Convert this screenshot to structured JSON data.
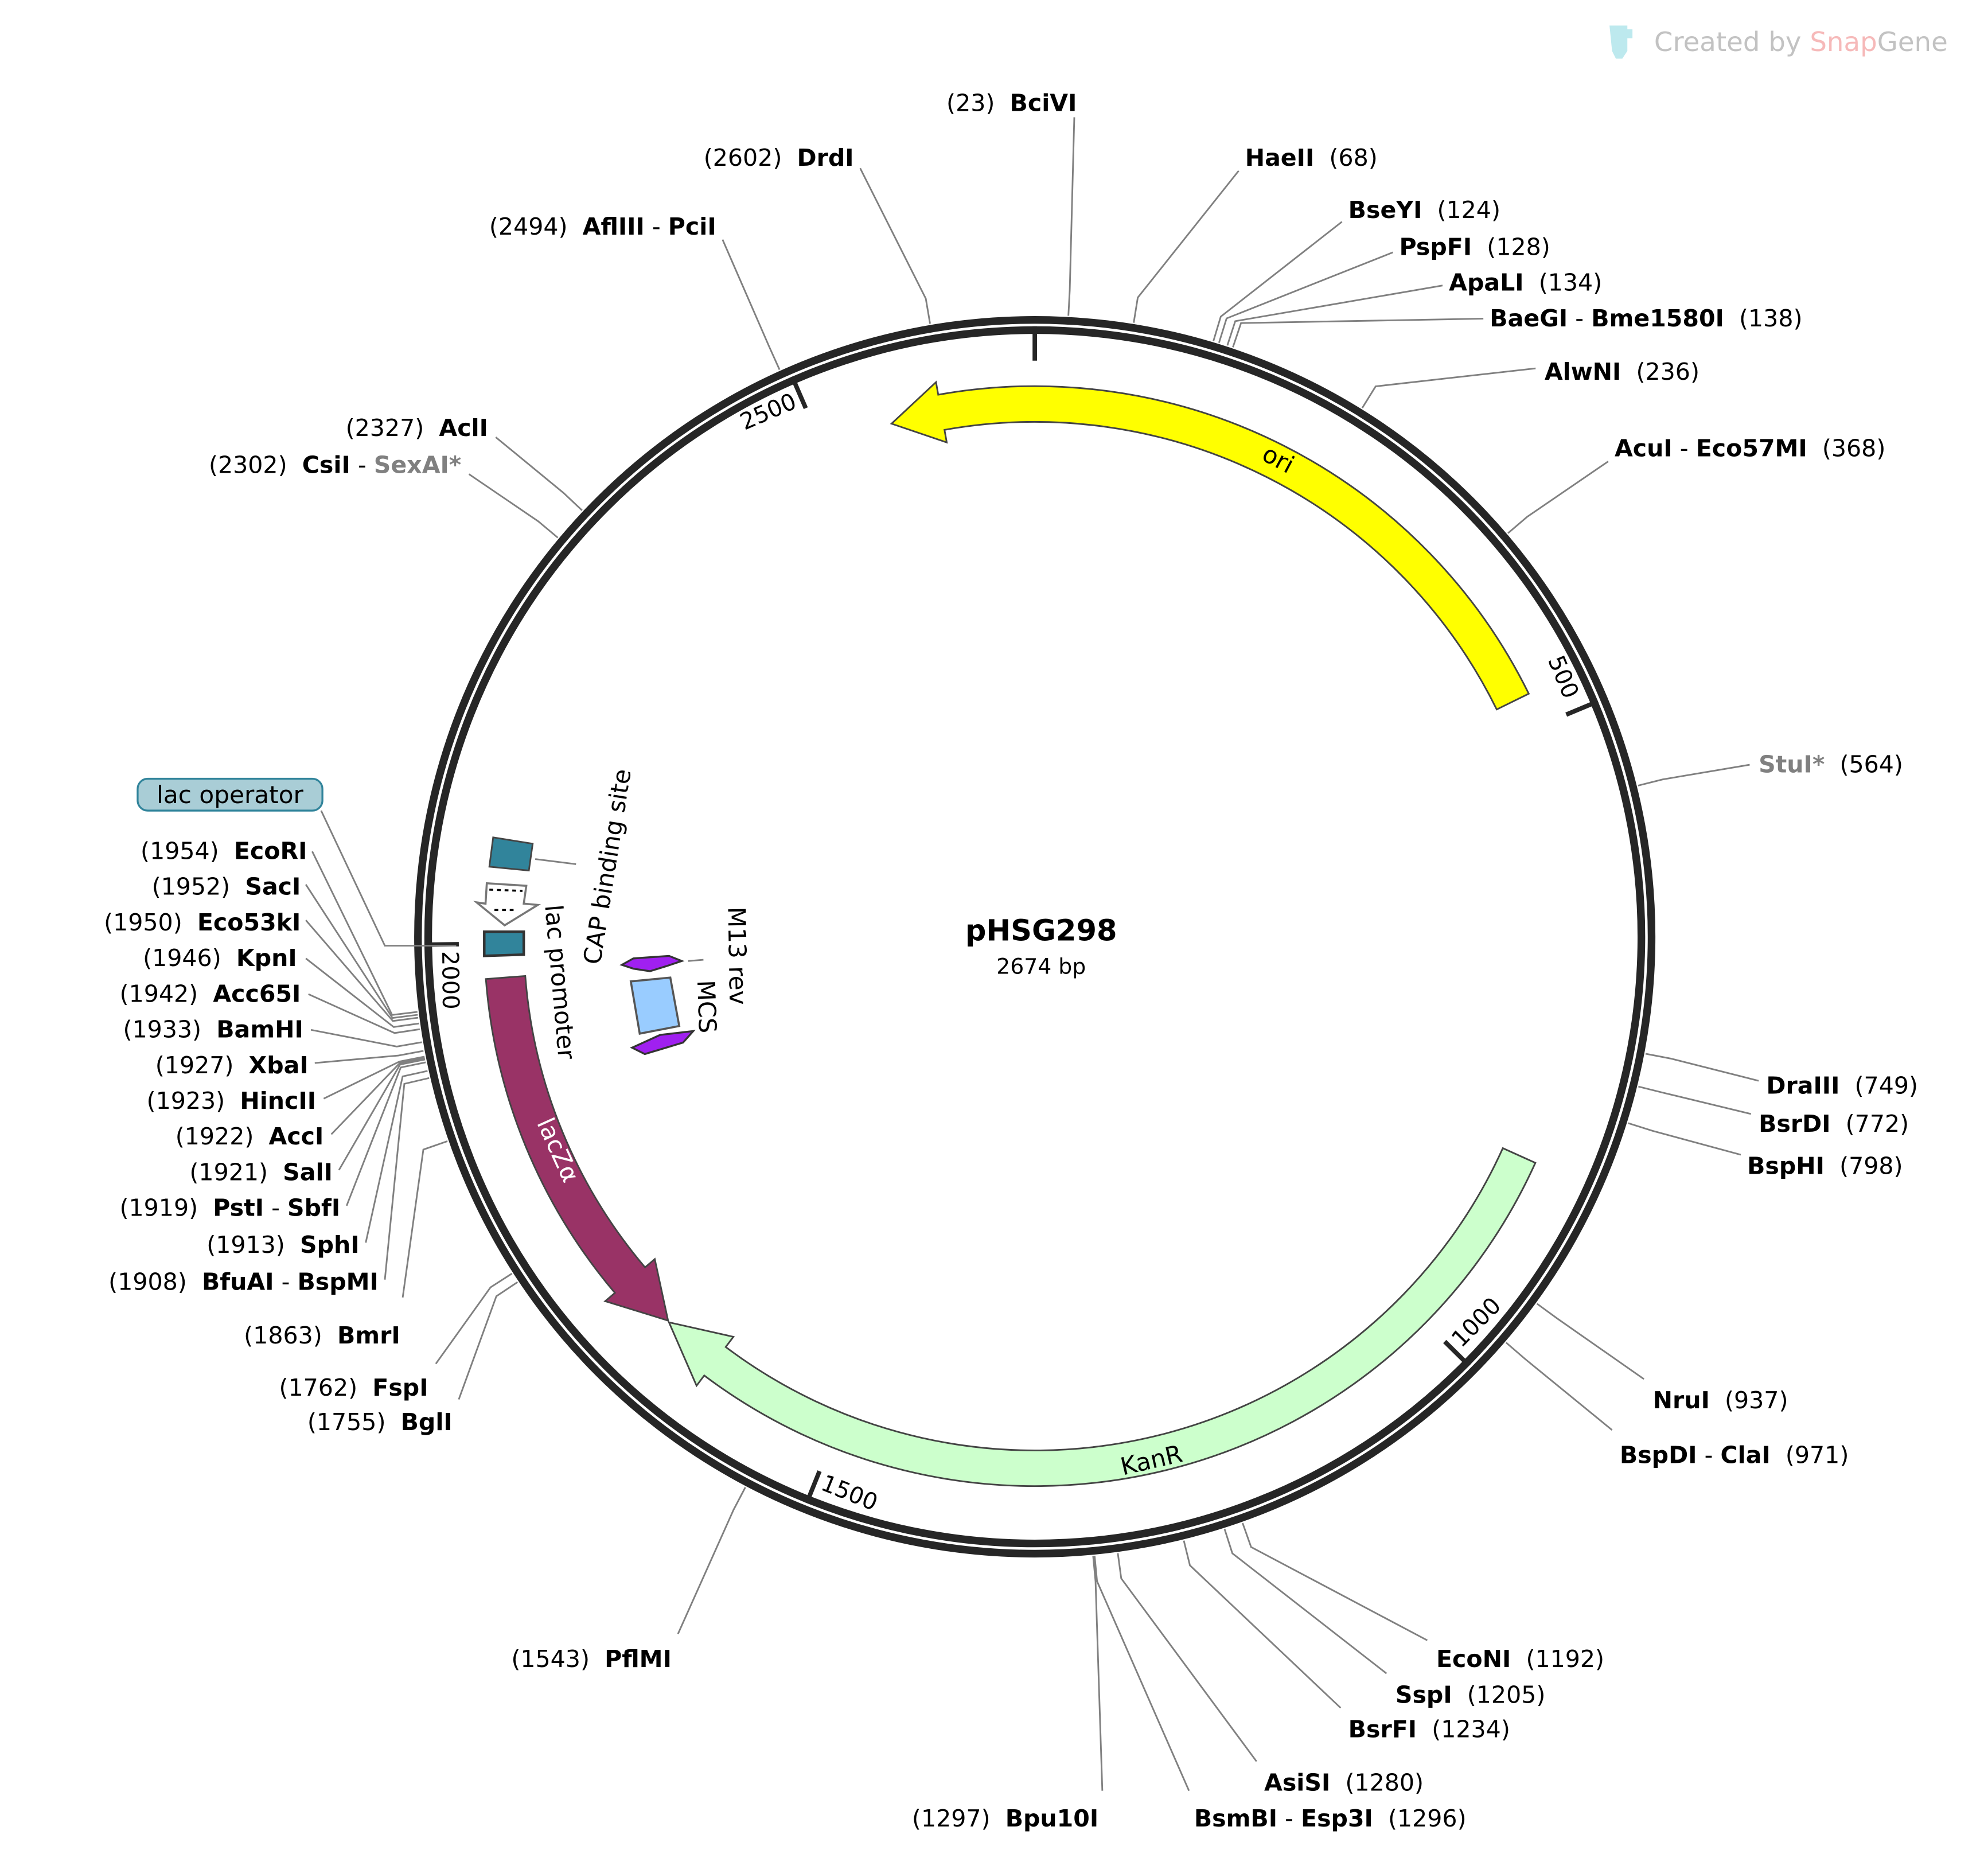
{
  "watermark": {
    "prefix": "Created by ",
    "brand_a": "Snap",
    "brand_b": "Gene"
  },
  "map": {
    "name": "pHSG298",
    "length_label": "2674 bp",
    "length_bp": 2674
  },
  "ticks": [
    "500",
    "1000",
    "1500",
    "2000",
    "2500"
  ],
  "tick_values": [
    0,
    500,
    1000,
    1500,
    2000,
    2500
  ],
  "features": {
    "ori": "ori",
    "kanr": "KanR",
    "lacz": "lacZα",
    "lac_promoter": "lac promoter",
    "cap_site": "CAP binding site",
    "lac_operator": "lac operator",
    "m13_rev": "M13 rev",
    "mcs": "MCS"
  },
  "colors": {
    "ring": "#262626",
    "ori": "#ffff00",
    "kanr": "#ccffcc",
    "lacz": "#993366",
    "teal": "#31849b",
    "mcs": "#99ccff",
    "primer": "#a020f0",
    "operator_badge": "#a9cdd6"
  },
  "sites": [
    {
      "names": [
        {
          "t": "BciVI"
        }
      ],
      "pos": 23
    },
    {
      "names": [
        {
          "t": "HaeII"
        }
      ],
      "pos": 68
    },
    {
      "names": [
        {
          "t": "BseYI"
        }
      ],
      "pos": 124
    },
    {
      "names": [
        {
          "t": "PspFI"
        }
      ],
      "pos": 128
    },
    {
      "names": [
        {
          "t": "ApaLI"
        }
      ],
      "pos": 134
    },
    {
      "names": [
        {
          "t": "BaeGI"
        },
        {
          "t": "Bme1580I"
        }
      ],
      "pos": 138
    },
    {
      "names": [
        {
          "t": "AlwNI"
        }
      ],
      "pos": 236
    },
    {
      "names": [
        {
          "t": "AcuI"
        },
        {
          "t": "Eco57MI"
        }
      ],
      "pos": 368
    },
    {
      "names": [
        {
          "t": "StuI*",
          "muted": true
        }
      ],
      "pos": 564
    },
    {
      "names": [
        {
          "t": "DraIII"
        }
      ],
      "pos": 749
    },
    {
      "names": [
        {
          "t": "BsrDI"
        }
      ],
      "pos": 772
    },
    {
      "names": [
        {
          "t": "BspHI"
        }
      ],
      "pos": 798
    },
    {
      "names": [
        {
          "t": "NruI"
        }
      ],
      "pos": 937
    },
    {
      "names": [
        {
          "t": "BspDI"
        },
        {
          "t": "ClaI"
        }
      ],
      "pos": 971
    },
    {
      "names": [
        {
          "t": "EcoNI"
        }
      ],
      "pos": 1192
    },
    {
      "names": [
        {
          "t": "SspI"
        }
      ],
      "pos": 1205
    },
    {
      "names": [
        {
          "t": "BsrFI"
        }
      ],
      "pos": 1234
    },
    {
      "names": [
        {
          "t": "AsiSI"
        }
      ],
      "pos": 1280
    },
    {
      "names": [
        {
          "t": "BsmBI"
        },
        {
          "t": "Esp3I"
        }
      ],
      "pos": 1296
    },
    {
      "names": [
        {
          "t": "Bpu10I"
        }
      ],
      "pos": 1297
    },
    {
      "names": [
        {
          "t": "PflMI"
        }
      ],
      "pos": 1543
    },
    {
      "names": [
        {
          "t": "BglI"
        }
      ],
      "pos": 1755
    },
    {
      "names": [
        {
          "t": "FspI"
        }
      ],
      "pos": 1762
    },
    {
      "names": [
        {
          "t": "BmrI"
        }
      ],
      "pos": 1863
    },
    {
      "names": [
        {
          "t": "BfuAI"
        },
        {
          "t": "BspMI"
        }
      ],
      "pos": 1908
    },
    {
      "names": [
        {
          "t": "SphI"
        }
      ],
      "pos": 1913
    },
    {
      "names": [
        {
          "t": "PstI"
        },
        {
          "t": "SbfI"
        }
      ],
      "pos": 1919
    },
    {
      "names": [
        {
          "t": "SalI"
        }
      ],
      "pos": 1921
    },
    {
      "names": [
        {
          "t": "AccI"
        }
      ],
      "pos": 1922
    },
    {
      "names": [
        {
          "t": "HincII"
        }
      ],
      "pos": 1923
    },
    {
      "names": [
        {
          "t": "XbaI"
        }
      ],
      "pos": 1927
    },
    {
      "names": [
        {
          "t": "BamHI"
        }
      ],
      "pos": 1933
    },
    {
      "names": [
        {
          "t": "Acc65I"
        }
      ],
      "pos": 1942
    },
    {
      "names": [
        {
          "t": "KpnI"
        }
      ],
      "pos": 1946
    },
    {
      "names": [
        {
          "t": "Eco53kI"
        }
      ],
      "pos": 1950
    },
    {
      "names": [
        {
          "t": "SacI"
        }
      ],
      "pos": 1952
    },
    {
      "names": [
        {
          "t": "EcoRI"
        }
      ],
      "pos": 1954
    },
    {
      "names": [
        {
          "t": "CsiI"
        },
        {
          "t": "SexAI*",
          "muted": true
        }
      ],
      "pos": 2302
    },
    {
      "names": [
        {
          "t": "AclI"
        }
      ],
      "pos": 2327
    },
    {
      "names": [
        {
          "t": "AflIII"
        },
        {
          "t": "PciI"
        }
      ],
      "pos": 2494
    },
    {
      "names": [
        {
          "t": "DrdI"
        }
      ],
      "pos": 2602
    }
  ]
}
